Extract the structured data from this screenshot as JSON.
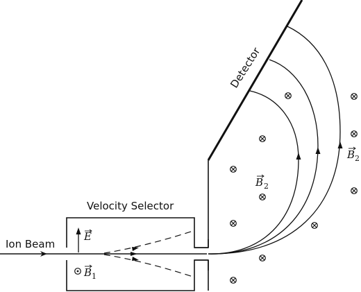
{
  "labels": {
    "ion_beam": "Ion Beam",
    "velocity_selector": "Velocity Selector",
    "detector": "Detector",
    "e_field": "E",
    "b1_field": "B",
    "b1_sub": "1",
    "b2_field": "B",
    "b2_sub": "2"
  },
  "colors": {
    "ink": "#111111",
    "background": "#ffffff"
  },
  "icons": {
    "field_into_page": "circle-cross",
    "field_out_of_page": "circle-dot",
    "vector_arrow": "right-arrow-accent"
  }
}
